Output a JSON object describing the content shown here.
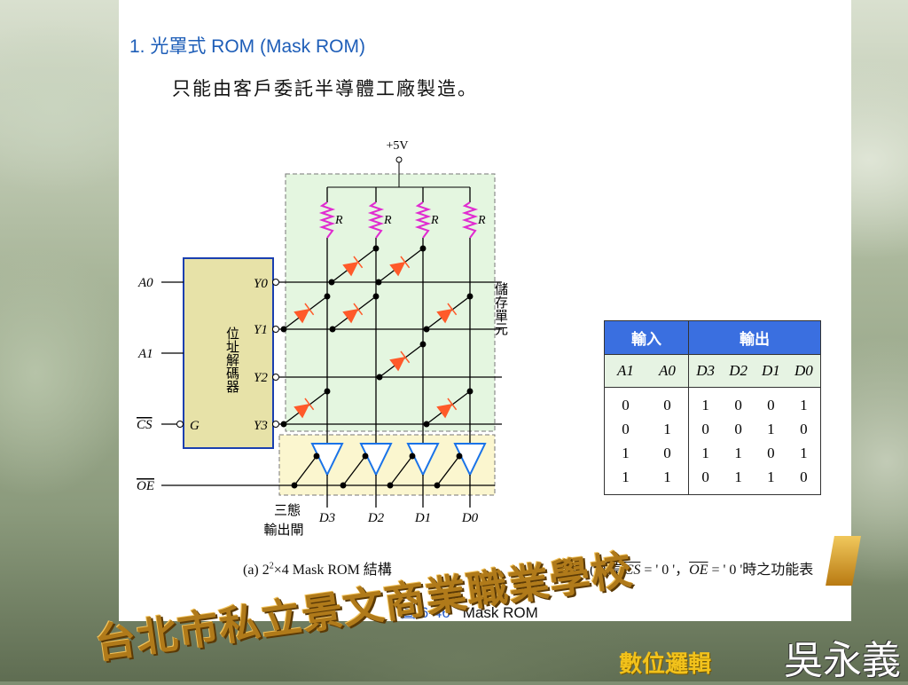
{
  "title": "1. 光罩式 ROM (Mask ROM)",
  "subtitle": "只能由客戶委託半導體工廠製造。",
  "circuit": {
    "vcc": "+5V",
    "resistor": "R",
    "inputs": [
      "A0",
      "A1",
      "CS",
      "OE"
    ],
    "decoder_label": "位址解碼器",
    "decoder_enable": "G",
    "decoder_outputs": [
      "Y0",
      "Y1",
      "Y2",
      "Y3"
    ],
    "storage_label": "儲存單元",
    "tristate_label_1": "三態",
    "tristate_label_2": "輸出閘",
    "outputs": [
      "D3",
      "D2",
      "D1",
      "D0"
    ]
  },
  "caption_a": {
    "prefix": "(a) 2",
    "sup": "2",
    "suffix": "×4 Mask ROM 結構"
  },
  "caption_b": {
    "prefix": "(b) 當",
    "cs": "CS",
    "mid": " = ' 0 '，",
    "oe": "OE",
    "suffix": " = ' 0 '時之功能表"
  },
  "figure": {
    "number": "圖 6-46",
    "name": "Mask ROM"
  },
  "table": {
    "group_headers": [
      "輸入",
      "輸出"
    ],
    "columns": [
      "A1",
      "A0",
      "D3",
      "D2",
      "D1",
      "D0"
    ],
    "rows": [
      [
        "0",
        "0",
        "1",
        "0",
        "0",
        "1"
      ],
      [
        "0",
        "1",
        "0",
        "0",
        "1",
        "0"
      ],
      [
        "1",
        "0",
        "1",
        "1",
        "0",
        "1"
      ],
      [
        "1",
        "1",
        "0",
        "1",
        "1",
        "0"
      ]
    ]
  },
  "footer": {
    "school": "台北市私立景文商業職業學校",
    "course": "數位邏輯",
    "author": "吳永義"
  },
  "colors": {
    "title_blue": "#1e5eb8",
    "table_header": "#3a6fe0",
    "storage_bg": "#e4f6e0",
    "tristate_bg": "#fbf6cf",
    "decoder_bg": "#e7e2a8",
    "diode": "#ff5a2a",
    "resistor": "#e02bd0",
    "buffer": "#1a73e8"
  }
}
